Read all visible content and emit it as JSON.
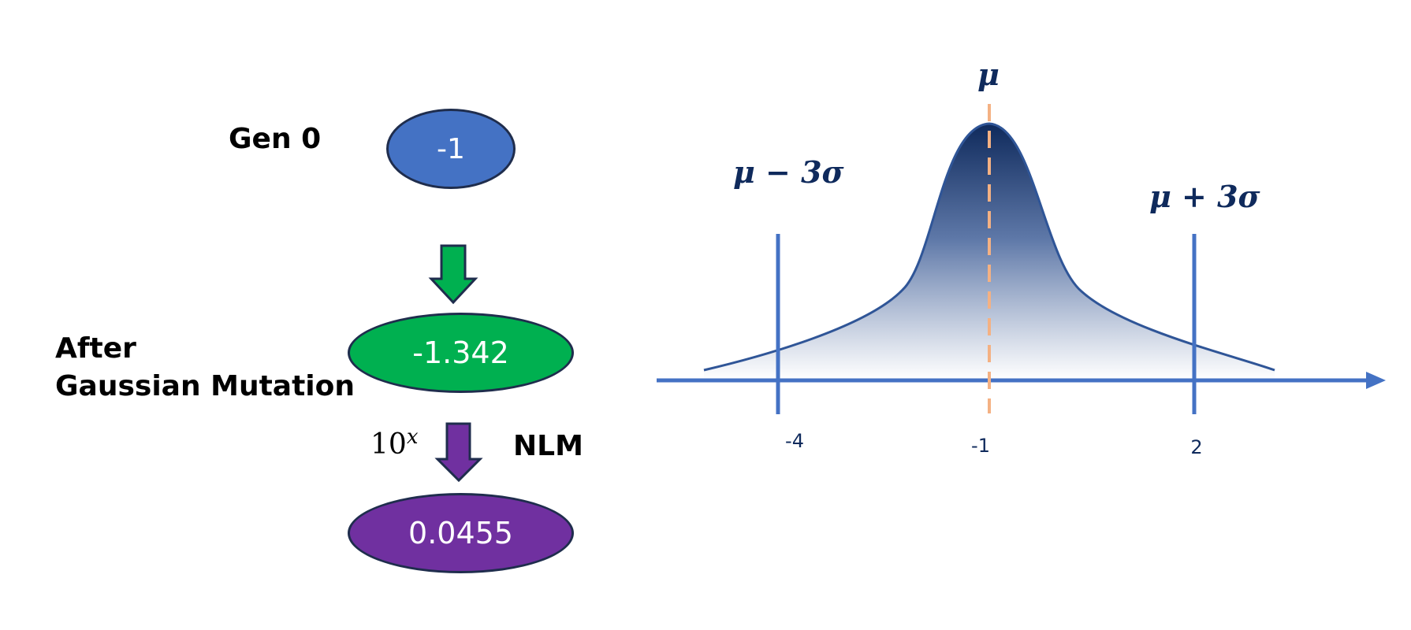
{
  "left_panel": {
    "gen0_label": "Gen 0",
    "gen0_value": "-1",
    "mutation_label_line1": "After",
    "mutation_label_line2": "Gaussian Mutation",
    "mutated_value": "-1.342",
    "transform_base": "10",
    "transform_exponent": "x",
    "nlm_label": "NLM",
    "final_value": "0.0455"
  },
  "right_panel": {
    "mu_label": "μ",
    "mu_minus_label": "μ − 3σ",
    "mu_plus_label": "μ + 3σ",
    "ticks": [
      "-4",
      "-1",
      "2"
    ]
  },
  "colors": {
    "gen0_fill": "#4472c4",
    "mutation_fill": "#00b050",
    "final_fill": "#7030a0",
    "axis": "#4472c4",
    "curve_gradient_top": "#0f2a5c",
    "mean_line": "#f4b183",
    "math_text": "#0f2a5c"
  },
  "icons": {
    "down_arrow_green": "green-down-arrow-icon",
    "down_arrow_purple": "purple-down-arrow-icon",
    "axis_arrow": "right-arrow-icon"
  }
}
